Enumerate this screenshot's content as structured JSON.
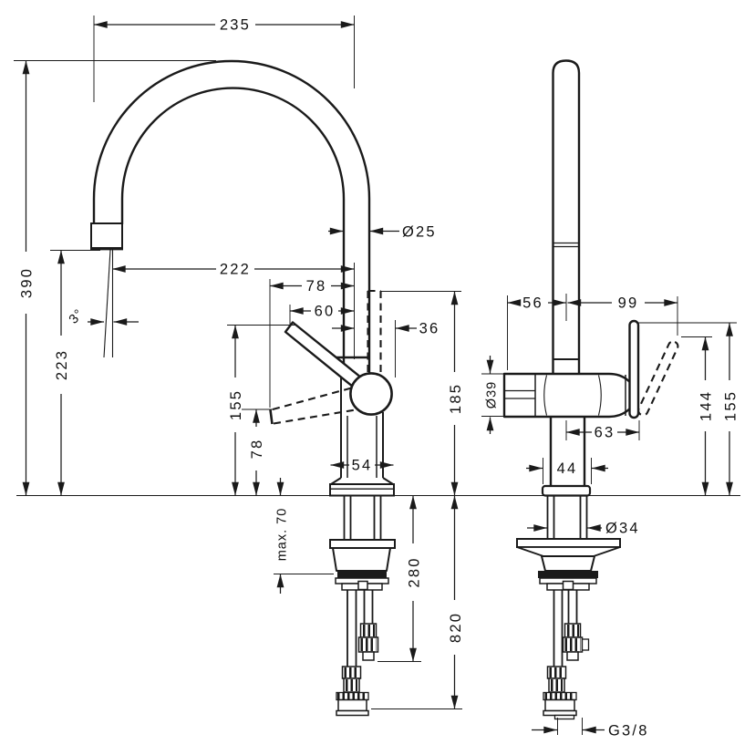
{
  "style": {
    "ink": "#1a1a1a",
    "background": "#ffffff"
  },
  "drawing": {
    "type": "technical-dimension-drawing",
    "front_view": {
      "spout_width": "235",
      "total_height": "390",
      "spout_reach": "222",
      "outlet_height": "223",
      "spout_angle": "3°",
      "spout_diameter": "Ø25",
      "handle_reach_raised": "60",
      "handle_reach_lowered": "78",
      "handle_offset": "36",
      "handle_tip_height": "155",
      "handle_lowered_height": "78",
      "sprayhead_height": "185",
      "base_width": "54",
      "max_counter_thickness": "max. 70",
      "short_hose_drop": "280",
      "long_hose_drop": "820"
    },
    "side_view": {
      "front_projection": "56",
      "rear_projection": "99",
      "body_diameter": "Ø39",
      "handle_pivot_offset": "63",
      "handle_tilted_height": "144",
      "handle_upright_height": "155",
      "base_diameter": "44",
      "shank_diameter": "Ø34",
      "supply_thread": "G3/8"
    }
  }
}
